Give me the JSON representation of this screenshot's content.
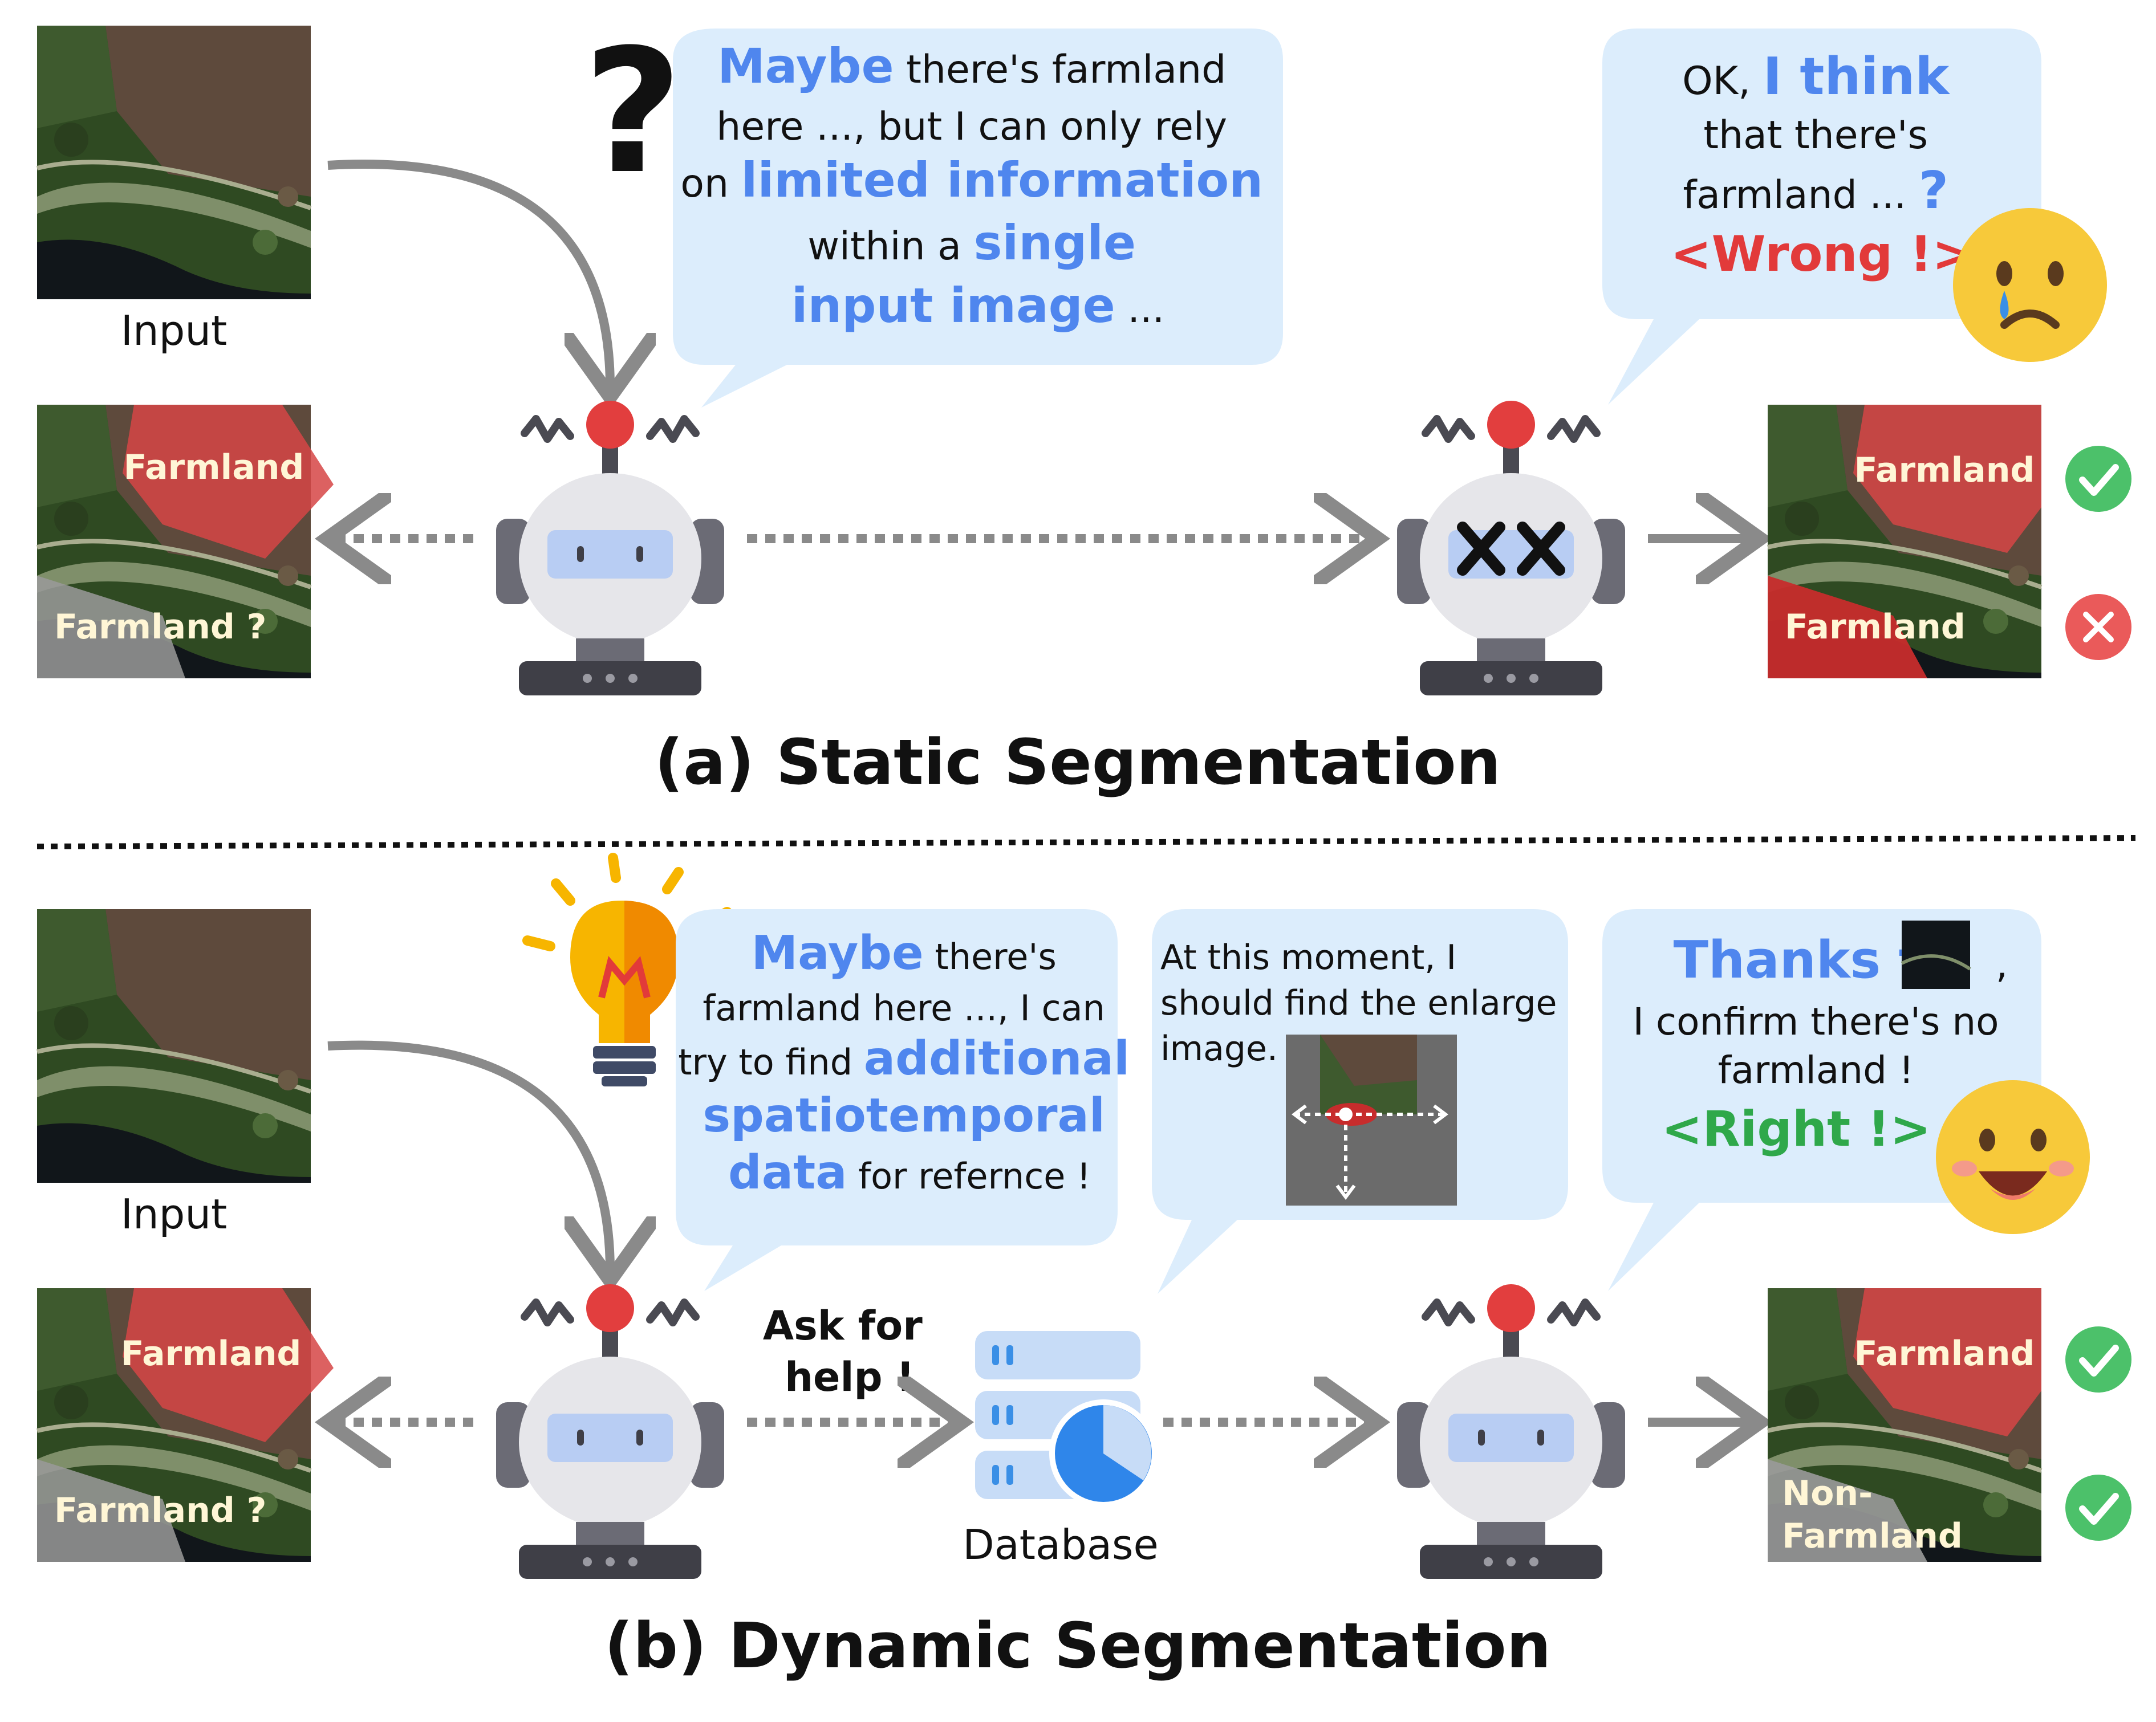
{
  "colors": {
    "bubble": "#dcedfc",
    "accent_blue": "#4f86ee",
    "wrong_red": "#e23a3a",
    "right_green": "#2fa84a",
    "arrow_gray": "#8a8a8a",
    "farmland_overlay": "#d64545",
    "nonfarmland_overlay": "#9a9a9a",
    "check_green": "#4cc16a",
    "cross_red": "#ea5a5a"
  },
  "static": {
    "input_label": "Input",
    "overlay_farmland": "Farmland",
    "overlay_farmland_q": "Farmland ?",
    "result_farmland": "Farmland",
    "result_farmland_wrong": "Farmland",
    "bubble_left": {
      "w1": "Maybe",
      "t1": "there's farmland",
      "t2": "here ..., but I can only rely",
      "t3a": "on",
      "t3b": "limited information",
      "t4a": "within a",
      "t4b": "single",
      "t5a": "input image",
      "t5b": "..."
    },
    "bubble_right": {
      "t1a": "OK,",
      "t1b": "I think",
      "t2": "that there's",
      "t3a": "farmland ...",
      "t3b": "?",
      "t4": "<Wrong !>"
    },
    "caption": "(a) Static Segmentation",
    "icons": [
      "question-mark-icon",
      "robot-icon",
      "dead-robot-icon",
      "sad-face-icon",
      "check-icon",
      "cross-icon"
    ]
  },
  "dynamic": {
    "input_label": "Input",
    "overlay_farmland": "Farmland",
    "overlay_farmland_q": "Farmland ?",
    "result_farmland": "Farmland",
    "result_nonfarmland_1": "Non-",
    "result_nonfarmland_2": "Farmland",
    "ask_help_1": "Ask for",
    "ask_help_2": "help !",
    "database_label": "Database",
    "bubble_left": {
      "w1": "Maybe",
      "t1": "there's",
      "t2": "farmland here ..., I can",
      "t3a": "try to find",
      "t3b": "additional",
      "t4": "spatiotemporal",
      "t5a": "data",
      "t5b": "for refernce !"
    },
    "bubble_mid": {
      "t1": "At this moment, I",
      "t2": "should find the enlarge",
      "t3": "image."
    },
    "bubble_right": {
      "t1a": "Thanks to",
      "t1b": ",",
      "t2": "I confirm there's no",
      "t3": "farmland !",
      "t4": "<Right !>"
    },
    "caption": "(b) Dynamic Segmentation",
    "icons": [
      "lightbulb-icon",
      "robot-icon",
      "database-icon",
      "happy-face-icon",
      "check-icon"
    ]
  }
}
